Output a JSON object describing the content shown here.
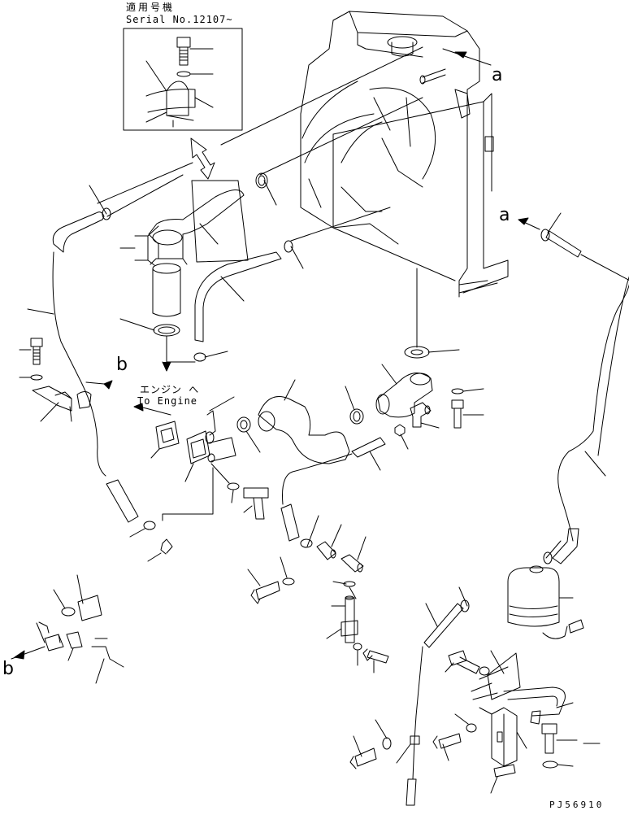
{
  "inset": {
    "applicability_label": "適用号機",
    "serial_label": "Serial No.12107~"
  },
  "references": {
    "a_upper": "a",
    "a_lower": "a",
    "b_upper": "b",
    "b_lower": "b"
  },
  "engine_note": {
    "japanese": "エンジン へ",
    "english": "To Engine"
  },
  "part_code": "PJ56910"
}
